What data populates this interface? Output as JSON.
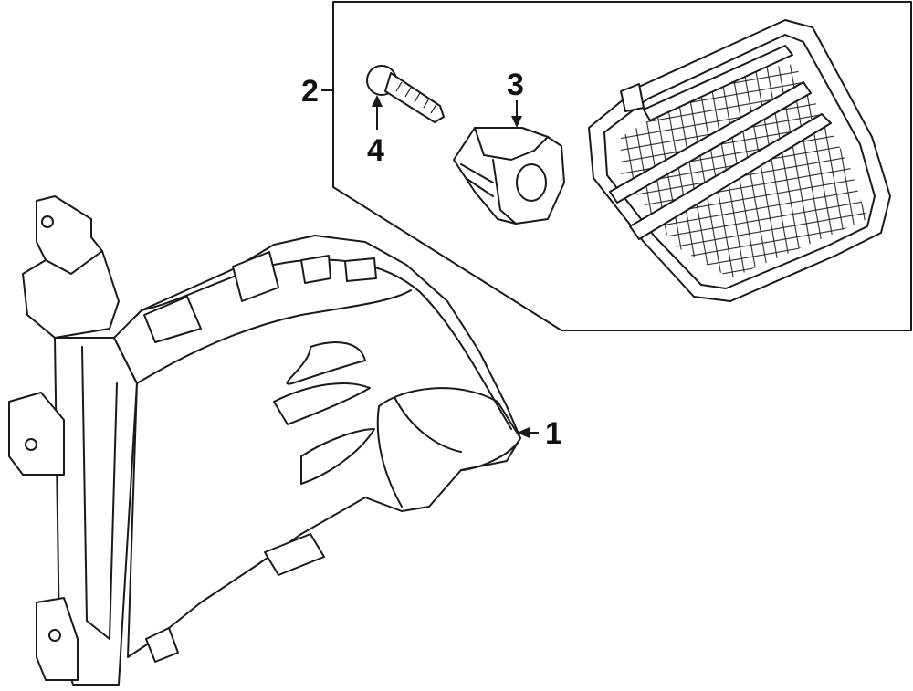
{
  "callouts": [
    {
      "id": "1",
      "label": "1"
    },
    {
      "id": "2",
      "label": "2"
    },
    {
      "id": "3",
      "label": "3"
    },
    {
      "id": "4",
      "label": "4"
    }
  ],
  "colors": {
    "line": "#1a1a1a",
    "background": "#ffffff"
  }
}
